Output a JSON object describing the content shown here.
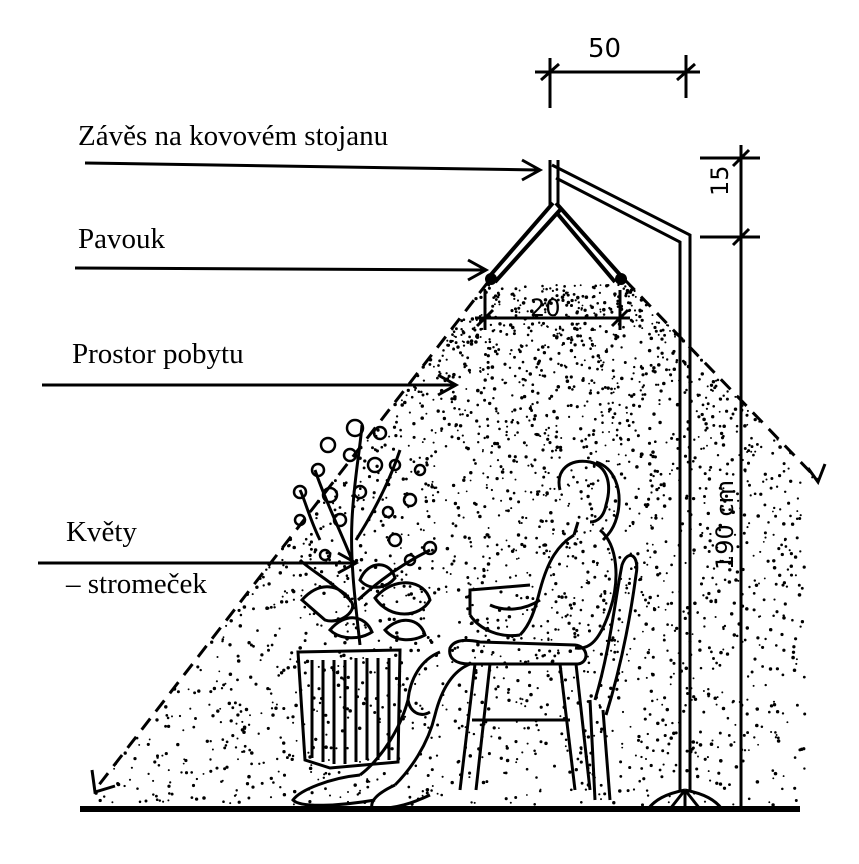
{
  "labels": {
    "zaves": "Závěs na kovovém stojanu",
    "pavouk": "Pavouk",
    "prostor": "Prostor pobytu",
    "kvety": "Květy",
    "stromecek": "– stromeček"
  },
  "dimensions": {
    "top_width": "50",
    "spider_width": "20",
    "hanger_height": "15",
    "total_height": "190 cm"
  }
}
